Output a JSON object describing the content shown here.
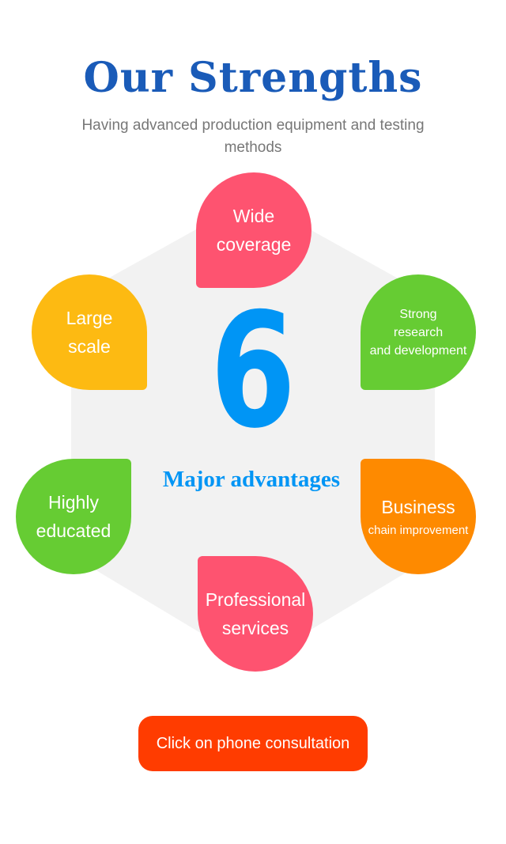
{
  "header": {
    "title": "Our Strengths",
    "subtitle": "Having advanced production equipment and testing methods"
  },
  "center": {
    "number": "6",
    "label": "Major advantages"
  },
  "advantages": [
    {
      "line1": "Wide",
      "line2": "coverage",
      "color": "#fe5370"
    },
    {
      "line1": "Strong",
      "line2": "research",
      "line3": "and development",
      "color": "#66cc33"
    },
    {
      "line1": "Large",
      "line2": "scale",
      "color": "#fdba12"
    },
    {
      "line1": "Highly",
      "line2": "educated",
      "color": "#66cc33"
    },
    {
      "line1": "Business",
      "line2": "chain improvement",
      "color": "#fe8a00"
    },
    {
      "line1": "Professional",
      "line2": "services",
      "color": "#fe5370"
    }
  ],
  "cta": {
    "label": "Click on phone consultation",
    "color": "#ff3c00"
  }
}
